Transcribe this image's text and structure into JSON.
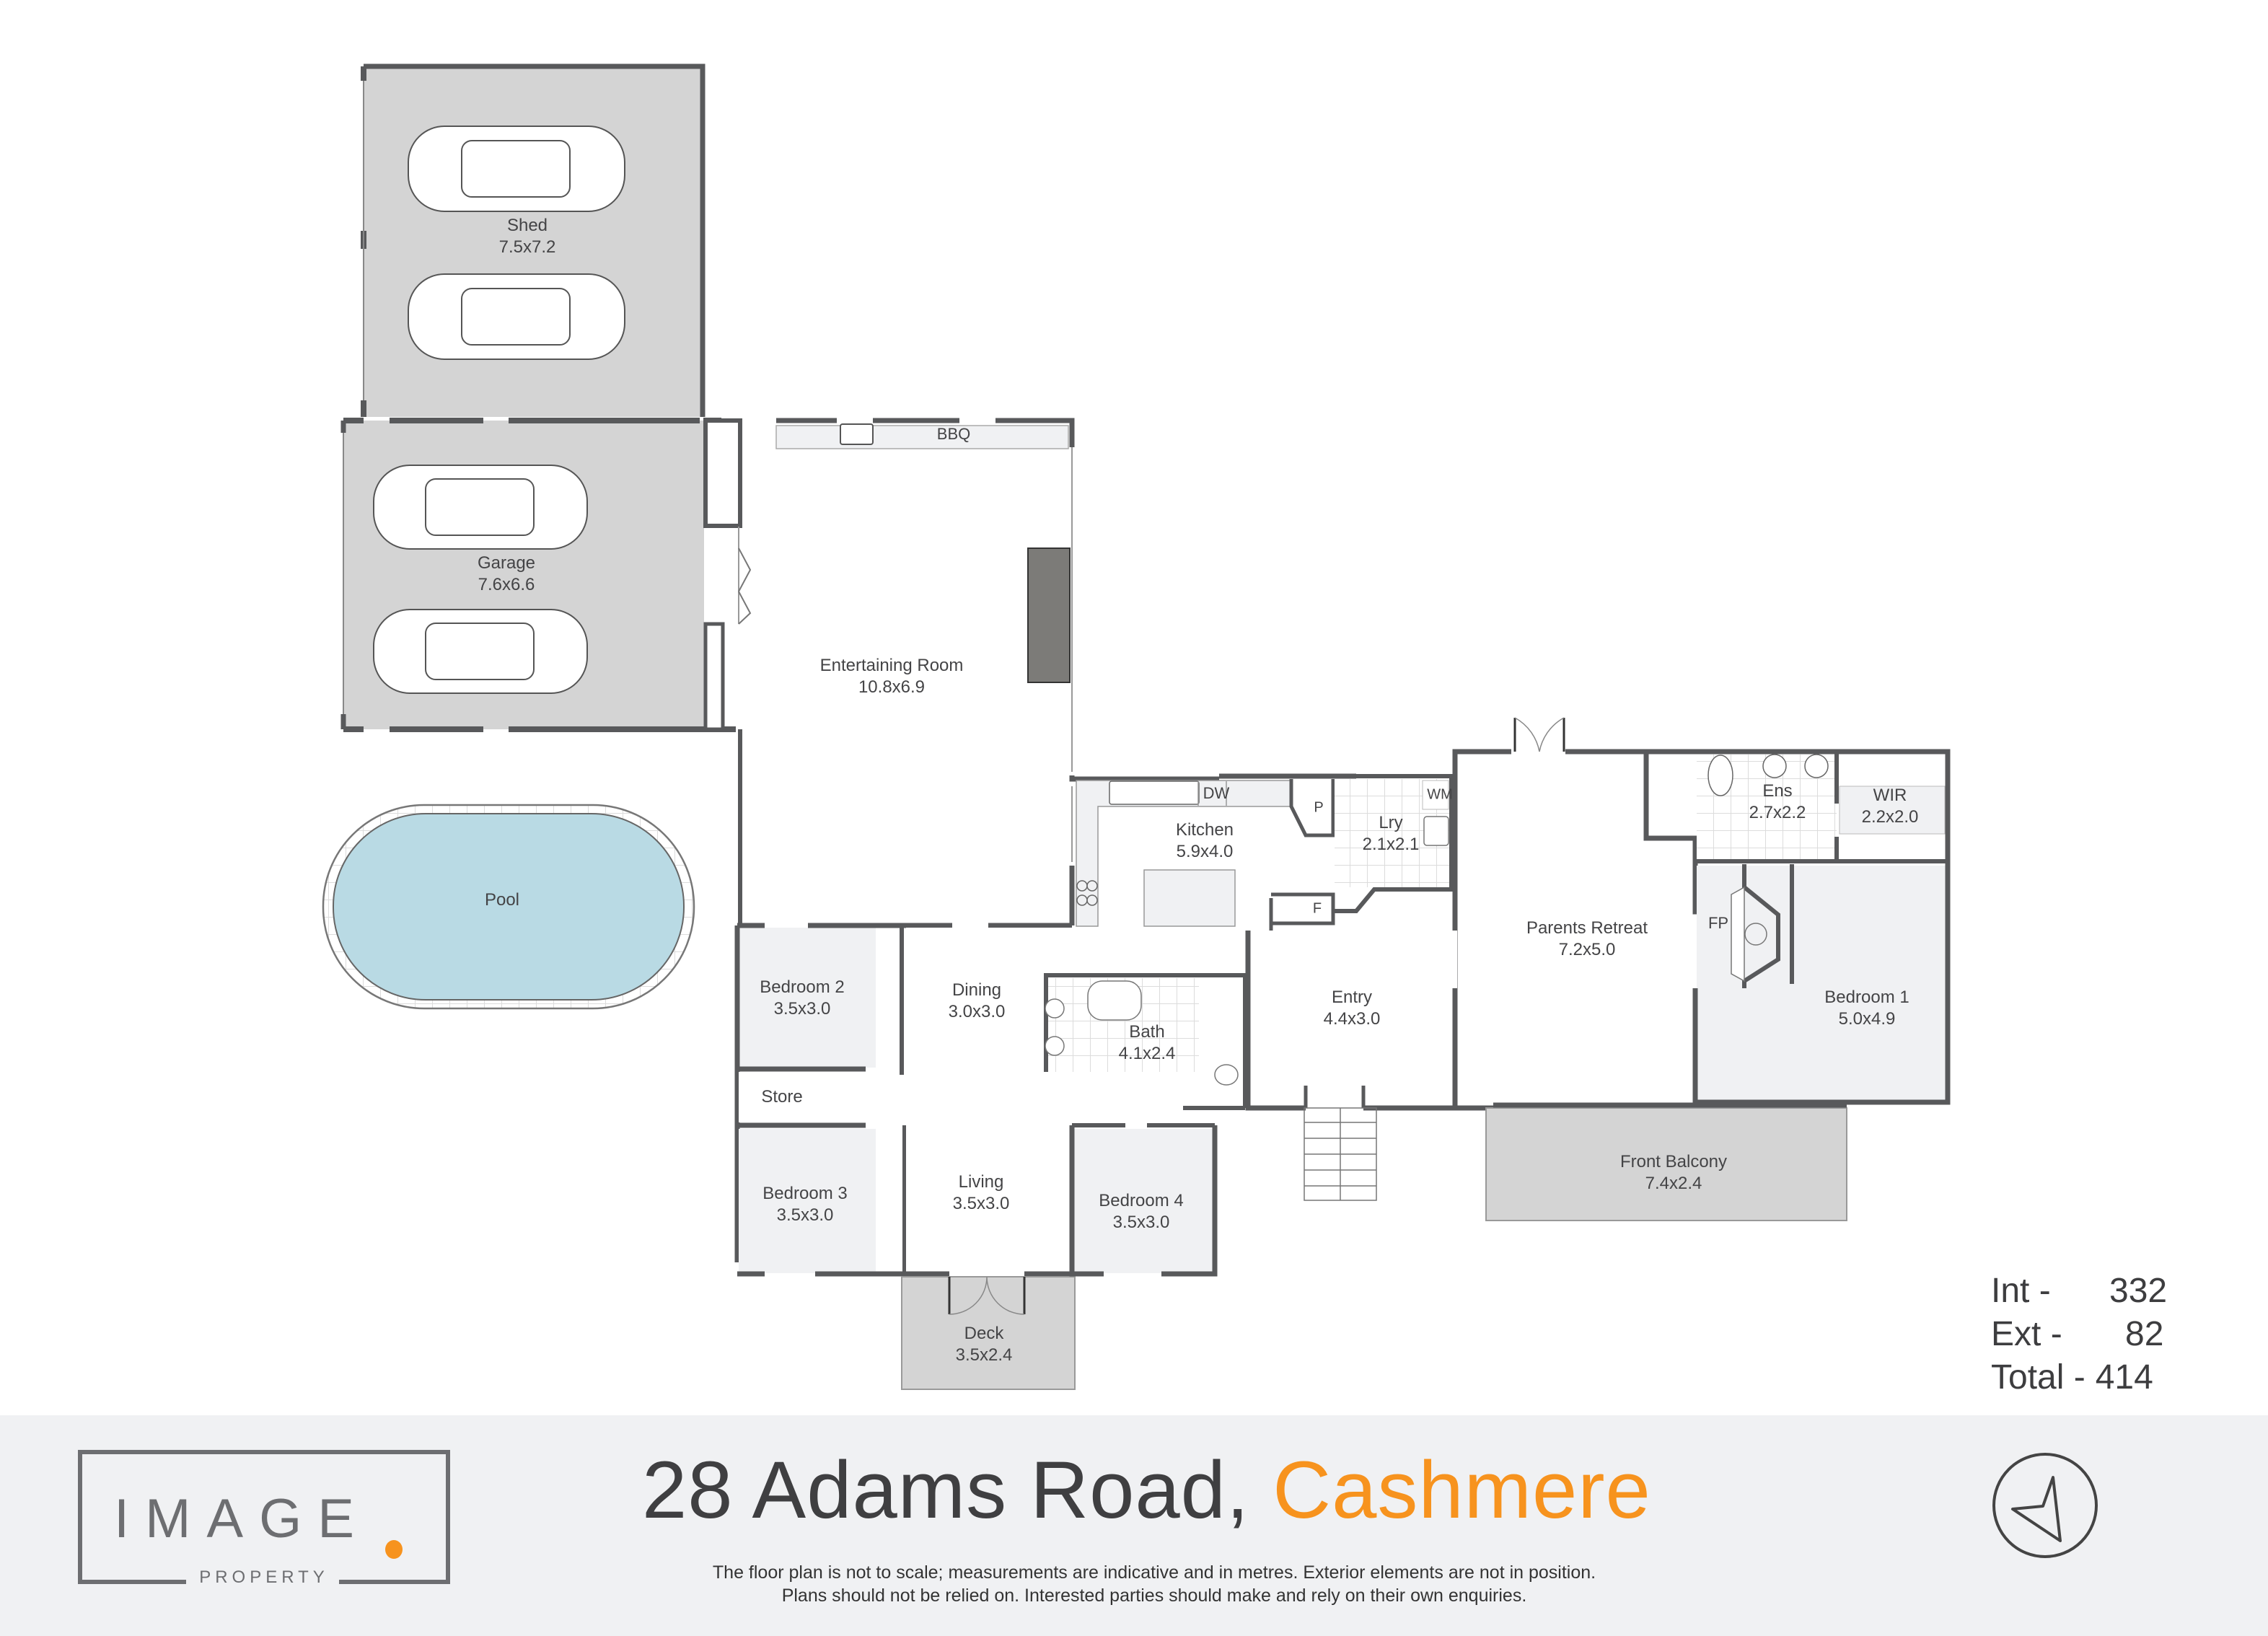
{
  "floorplan": {
    "rooms": [
      {
        "id": "shed",
        "name": "Shed",
        "dims": "7.5x7.2"
      },
      {
        "id": "garage",
        "name": "Garage",
        "dims": "7.6x6.6"
      },
      {
        "id": "entertaining",
        "name": "Entertaining Room",
        "dims": "10.8x6.9"
      },
      {
        "id": "pool",
        "name": "Pool",
        "dims": ""
      },
      {
        "id": "kitchen",
        "name": "Kitchen",
        "dims": "5.9x4.0"
      },
      {
        "id": "laundry",
        "name": "Lry",
        "dims": "2.1x2.1"
      },
      {
        "id": "parents-retreat",
        "name": "Parents Retreat",
        "dims": "7.2x5.0"
      },
      {
        "id": "ensuite",
        "name": "Ens",
        "dims": "2.7x2.2"
      },
      {
        "id": "wir",
        "name": "WIR",
        "dims": "2.2x2.0"
      },
      {
        "id": "bedroom-1",
        "name": "Bedroom 1",
        "dims": "5.0x4.9"
      },
      {
        "id": "bedroom-2",
        "name": "Bedroom 2",
        "dims": "3.5x3.0"
      },
      {
        "id": "dining",
        "name": "Dining",
        "dims": "3.0x3.0"
      },
      {
        "id": "bath",
        "name": "Bath",
        "dims": "4.1x2.4"
      },
      {
        "id": "entry",
        "name": "Entry",
        "dims": "4.4x3.0"
      },
      {
        "id": "store",
        "name": "Store",
        "dims": ""
      },
      {
        "id": "bedroom-3",
        "name": "Bedroom 3",
        "dims": "3.5x3.0"
      },
      {
        "id": "living",
        "name": "Living",
        "dims": "3.5x3.0"
      },
      {
        "id": "bedroom-4",
        "name": "Bedroom 4",
        "dims": "3.5x3.0"
      },
      {
        "id": "deck",
        "name": "Deck",
        "dims": "3.5x2.4"
      },
      {
        "id": "front-balcony",
        "name": "Front Balcony",
        "dims": "7.4x2.4"
      }
    ],
    "fixtures": {
      "bbq": "BBQ",
      "dishwasher": "DW",
      "pantry": "P",
      "fridge": "F",
      "washing_machine": "WM",
      "fireplace": "FP"
    },
    "colors": {
      "wall": "#58595b",
      "outdoor_fill": "#d4d4d4",
      "bedroom_fill": "#f0f1f3",
      "pool_fill": "#b9dae4",
      "fireplace_block": "#7c7b78"
    }
  },
  "areas": {
    "int_label": "Int -",
    "int_value": "332",
    "ext_label": "Ext -",
    "ext_value": "82",
    "total_label": "Total -",
    "total_value": "414"
  },
  "footer": {
    "logo_word": "IMAGE",
    "logo_sub": "PROPERTY",
    "address": "28 Adams Road,",
    "suburb": "Cashmere",
    "disclaimer_line1": "The floor plan is not to scale; measurements are indicative and in metres. Exterior elements are not in position.",
    "disclaimer_line2": "Plans should not be relied on. Interested parties should make and rely on their own enquiries.",
    "accent_color": "#f7931e",
    "compass": "north-arrow-icon"
  }
}
